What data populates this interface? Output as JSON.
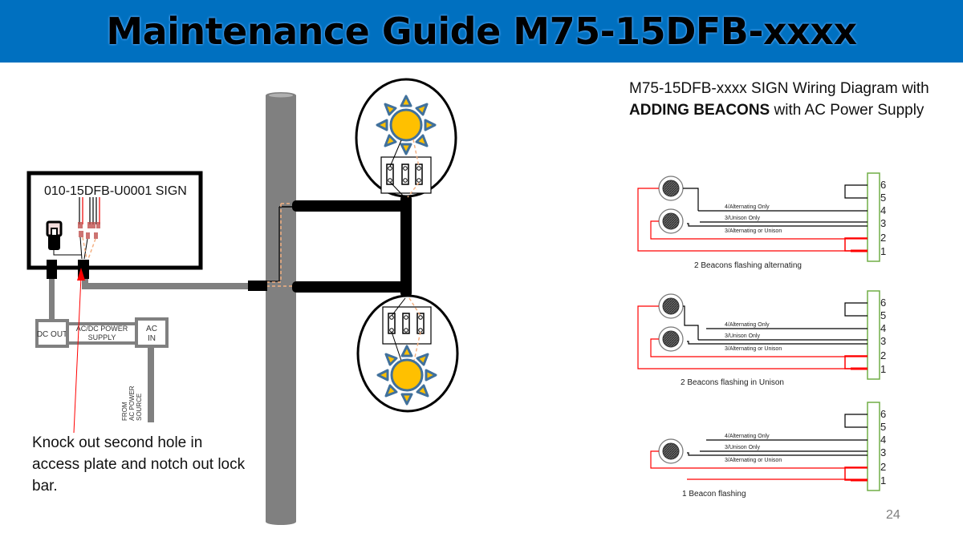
{
  "header": {
    "title": "Maintenance Guide M75-15DFB-xxxx",
    "background_color": "#0070c0"
  },
  "left_diagram": {
    "sign_label": "010-15DFB-U0001 SIGN",
    "power_supply": {
      "dc_out_label": "DC OUT",
      "supply_label_line1": "AC/DC POWER",
      "supply_label_line2": "SUPPLY",
      "ac_in_label_line1": "AC",
      "ac_in_label_line2": "IN"
    },
    "source_label_line1": "FROM",
    "source_label_line2": "AC POWER",
    "source_label_line3": "SOURCE",
    "note": "Knock out second hole in access plate and notch out lock bar.",
    "pole_color": "#808080",
    "beacon_sun_color": "#ffc000",
    "beacon_ray_color": "#41719c",
    "dashed_wire_color": "#f4b183",
    "arrow_color": "#ff0000"
  },
  "right_panel": {
    "title_part1": "M75-15DFB-xxxx SIGN Wiring Diagram with ",
    "title_bold": "ADDING BEACONS",
    "title_part2": " with AC Power Supply",
    "terminal_labels": [
      "6",
      "5",
      "4",
      "3",
      "2",
      "1"
    ],
    "wire_labels": {
      "alternating_only": "4/Alternating Only",
      "unison_only": "3/Unison Only",
      "alt_or_unison": "3/Alternating or Unison"
    },
    "diagrams": [
      {
        "caption": "2 Beacons flashing alternating",
        "beacon_count": 2
      },
      {
        "caption": "2 Beacons flashing in Unison",
        "beacon_count": 2
      },
      {
        "caption": "1 Beacon flashing",
        "beacon_count": 1
      }
    ],
    "terminal_border_color": "#70ad47",
    "red_wire_color": "#ff0000"
  },
  "footer": {
    "page_number": "24"
  }
}
